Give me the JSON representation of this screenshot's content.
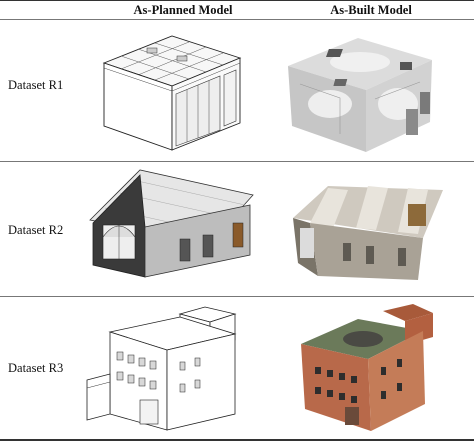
{
  "table": {
    "headers": {
      "planned": "As-Planned Model",
      "built": "As-Built Model"
    },
    "rows": [
      {
        "label": "Dataset R1"
      },
      {
        "label": "Dataset R2"
      },
      {
        "label": "Dataset R3"
      }
    ]
  }
}
